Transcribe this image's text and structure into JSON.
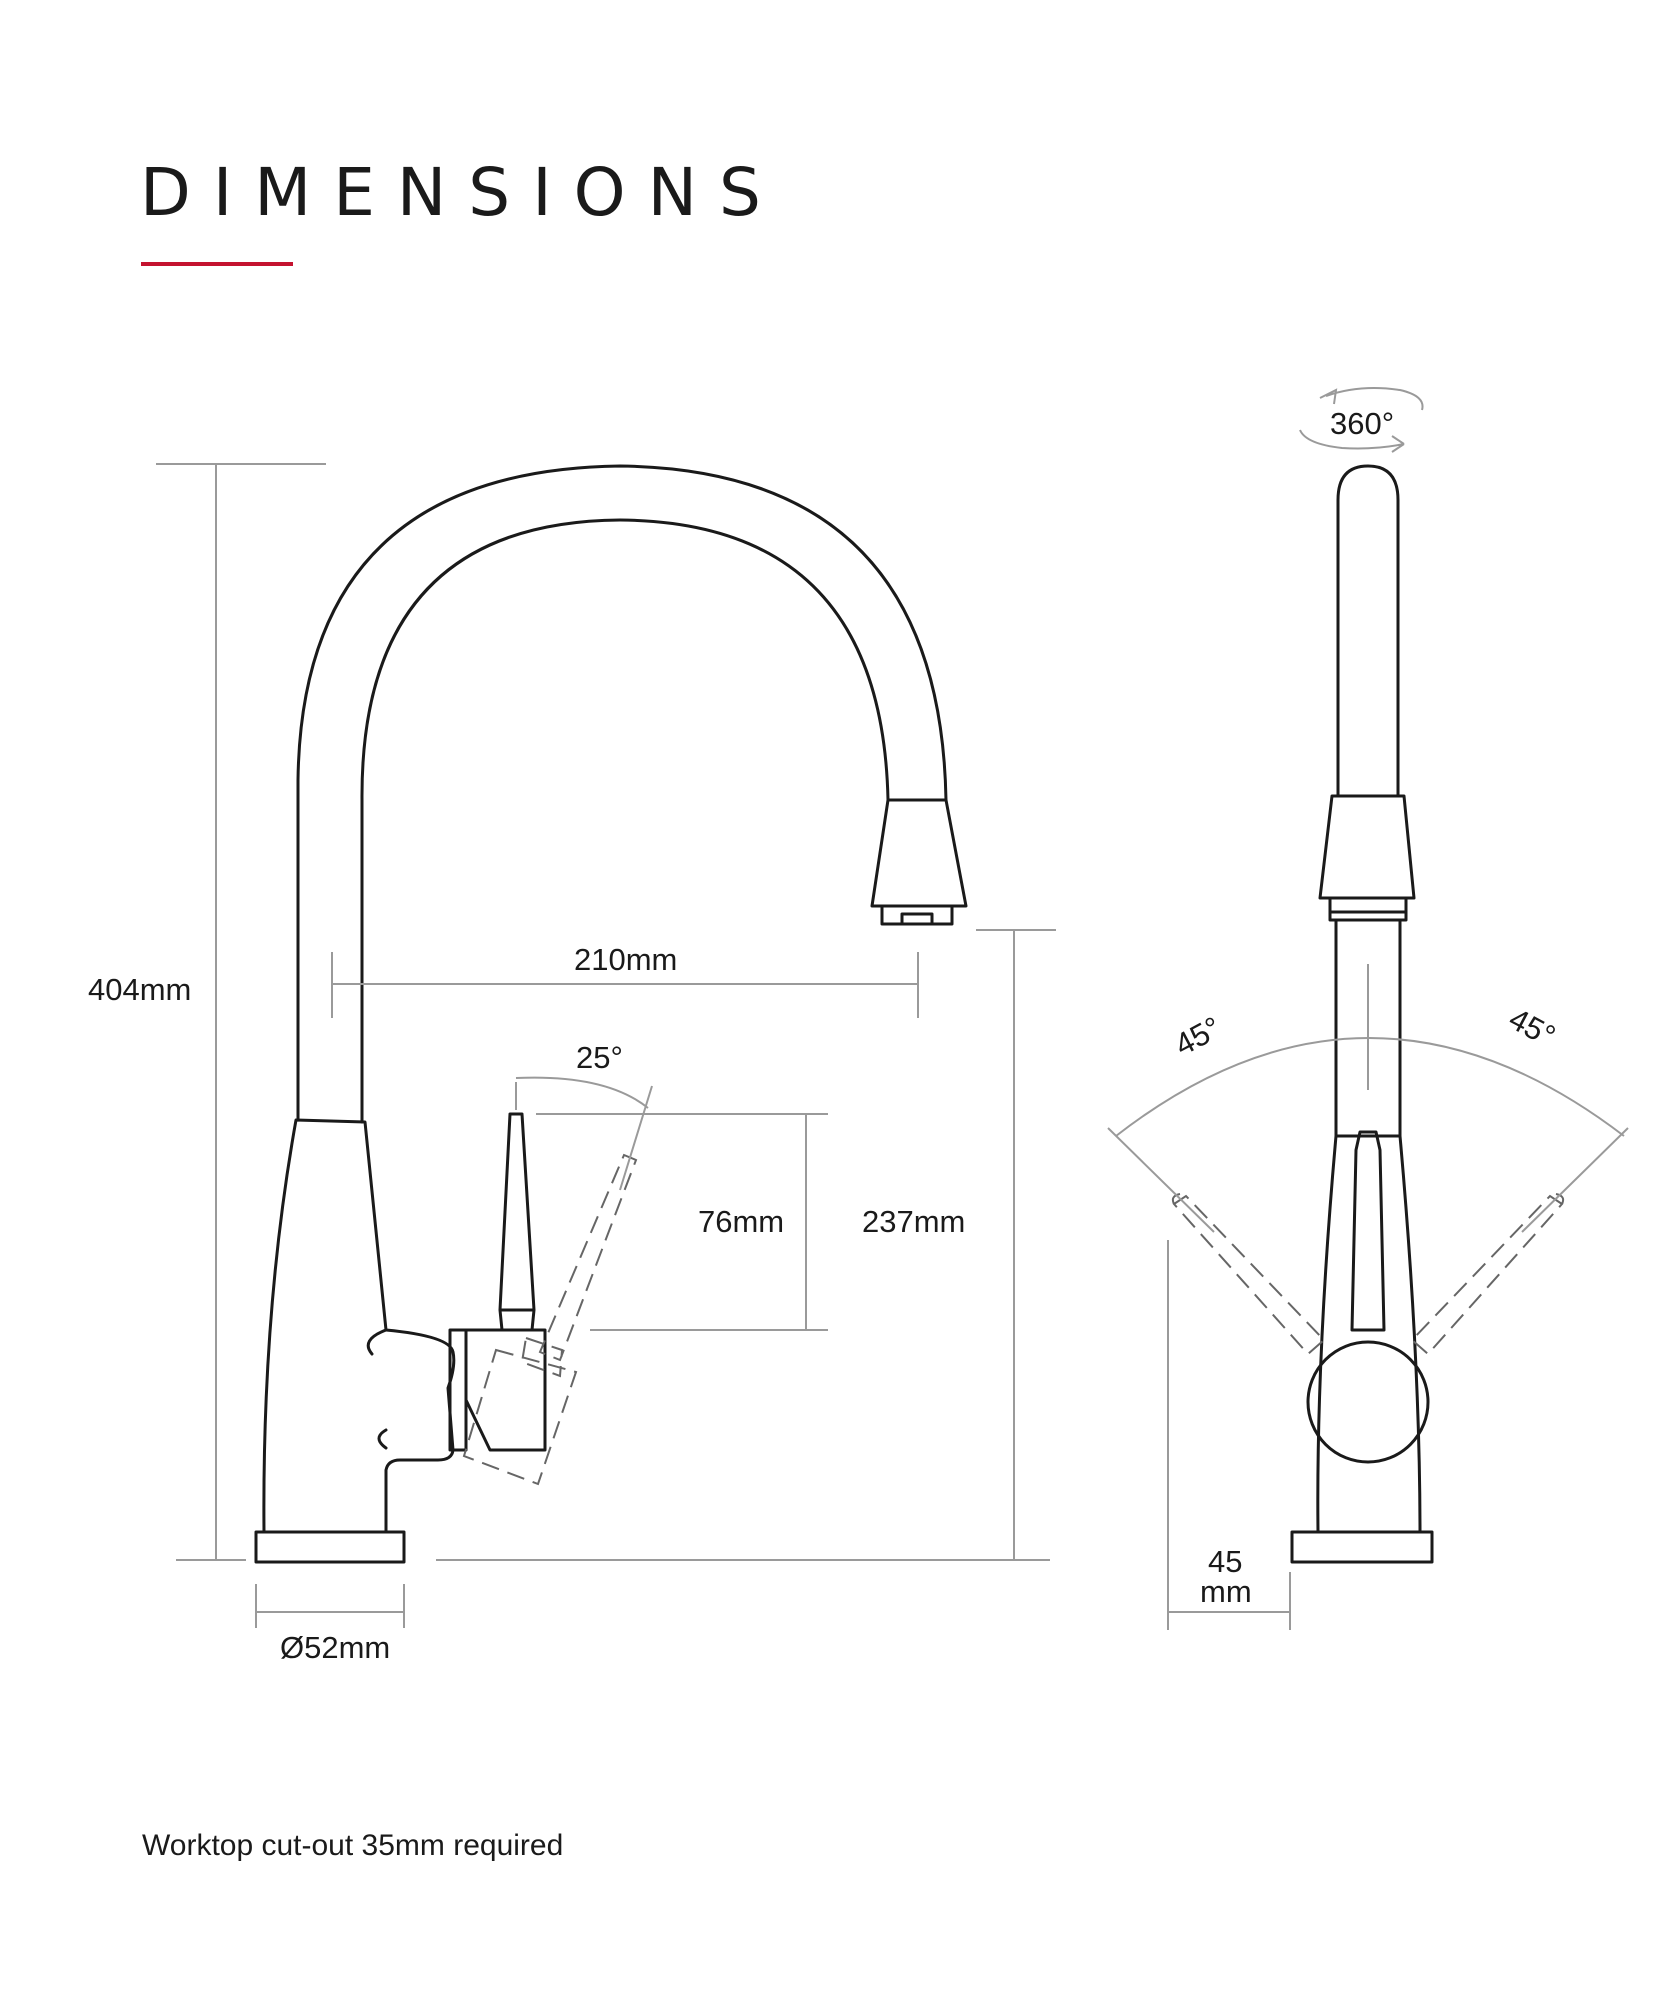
{
  "title": "DIMENSIONS",
  "colors": {
    "accent": "#c4122f",
    "outline": "#1a1a1a",
    "dimension": "#9a9a9a"
  },
  "side_view": {
    "height_label": "404mm",
    "reach_label": "210mm",
    "lever_angle_label": "25°",
    "lever_height_label": "76mm",
    "spout_height_label": "237mm",
    "base_label": "Ø52mm"
  },
  "front_view": {
    "rotation_label": "360°",
    "left_angle_label": "45°",
    "right_angle_label": "45°",
    "offset_value": "45",
    "offset_unit": "mm"
  },
  "footnote": "Worktop cut-out 35mm required"
}
